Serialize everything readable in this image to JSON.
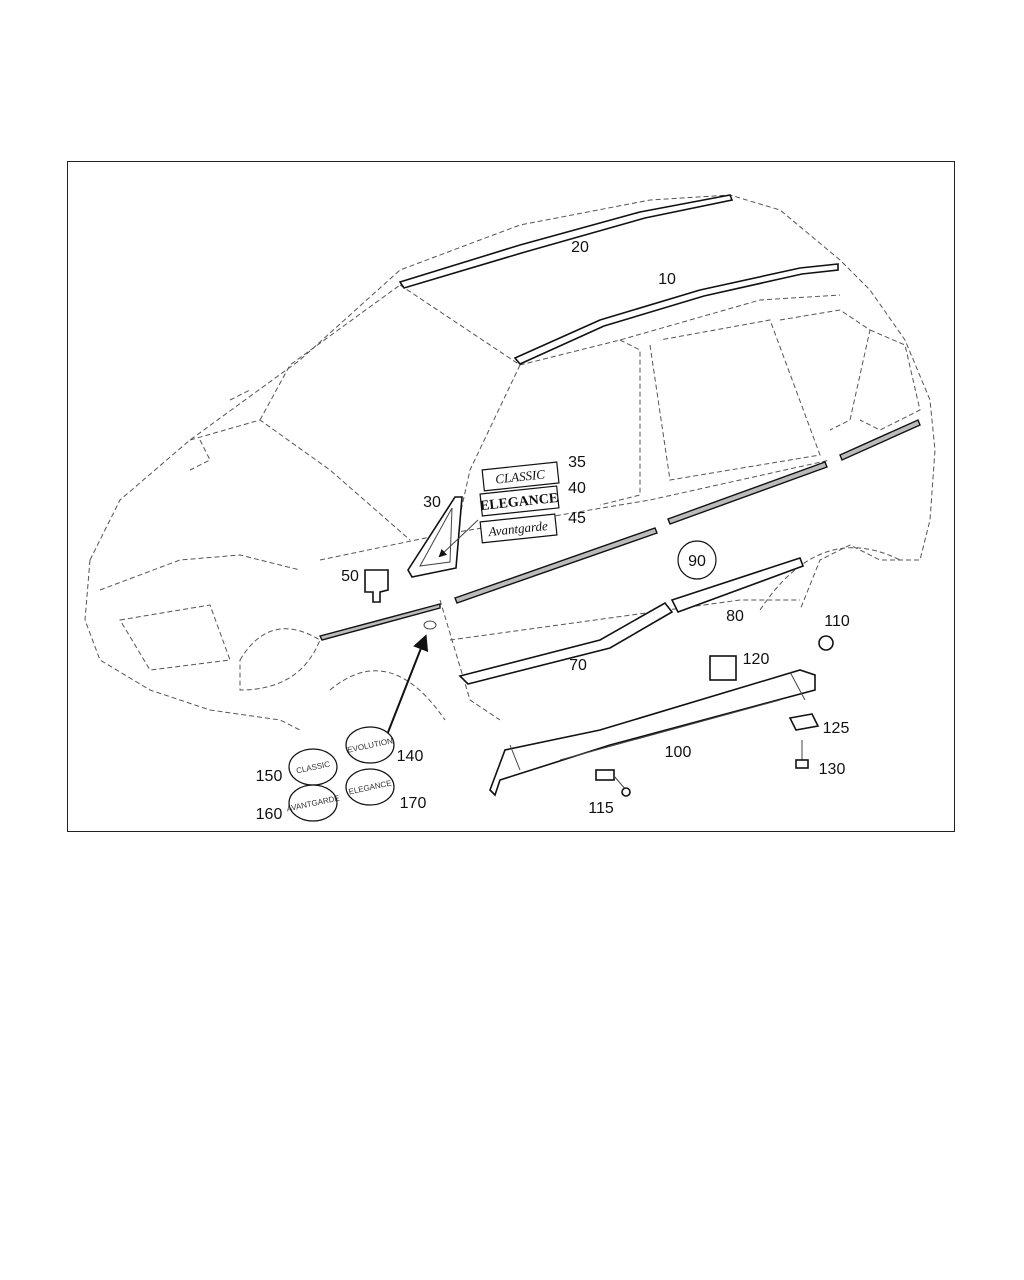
{
  "callouts": {
    "c10": "10",
    "c20": "20",
    "c30": "30",
    "c35": "35",
    "c40": "40",
    "c45": "45",
    "c50": "50",
    "c70": "70",
    "c80": "80",
    "c90": "90",
    "c100": "100",
    "c110": "110",
    "c115": "115",
    "c120": "120",
    "c125": "125",
    "c130": "130",
    "c140": "140",
    "c150": "150",
    "c160": "160",
    "c170": "170"
  },
  "badges": {
    "classic": "CLASSIC",
    "elegance": "ELEGANCE",
    "avantgarde": "Avantgarde"
  },
  "emblems": {
    "evolution": "EVOLUTION",
    "classic": "CLASSIC",
    "avantgarde": "AVANTGARDE",
    "elegance": "ELEGANCE"
  }
}
